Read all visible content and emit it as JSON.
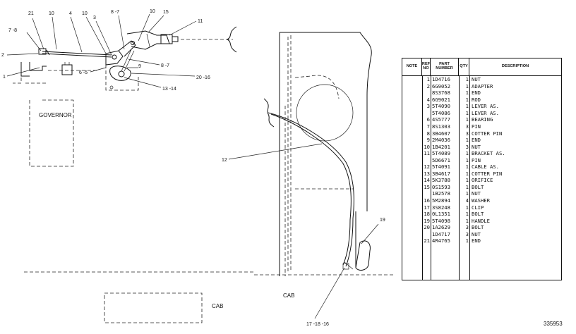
{
  "title": "",
  "drawing_number": "335953",
  "labels": {
    "l21": "21",
    "l10a": "10",
    "l4": "4",
    "l10b": "10",
    "l3": "3",
    "l87a": "8 -7",
    "l10c": "10",
    "l15": "15",
    "l11": "11",
    "l78": "7 -8",
    "l2": "2",
    "l1": "1",
    "l65": "6 -5",
    "l9": "9",
    "l87b": "8 -7",
    "l2016": "20 -16",
    "l1314": "13 -14",
    "l12": "12",
    "l19": "19",
    "l171816": "17 -18 -16",
    "governor": "GOVERNOR",
    "cab_left": "CAB",
    "cab_right": "CAB"
  },
  "table": {
    "headers": {
      "note": "NOTE",
      "ref": "REF NO",
      "part": "PART NUMBER",
      "qty": "QTY",
      "desc": "DESCRIPTION"
    },
    "rows": [
      {
        "ref": "1",
        "part": "1D4716",
        "qty": "1",
        "desc": "NUT"
      },
      {
        "ref": "2",
        "part": "6G9052",
        "qty": "1",
        "desc": "ADAPTER"
      },
      {
        "ref": "",
        "part": "8S3768",
        "qty": "1",
        "desc": "END"
      },
      {
        "ref": "4",
        "part": "6G9021",
        "qty": "1",
        "desc": "ROD"
      },
      {
        "ref": "3",
        "part": "5T4090",
        "qty": "1",
        "desc": "LEVER AS."
      },
      {
        "ref": "",
        "part": "5T4086",
        "qty": "1",
        "desc": "  LEVER AS."
      },
      {
        "ref": "6",
        "part": "4S5777",
        "qty": "1",
        "desc": "  BEARING"
      },
      {
        "ref": "7",
        "part": "8S1303",
        "qty": "3",
        "desc": "PIN"
      },
      {
        "ref": "8",
        "part": "3B4607",
        "qty": "3",
        "desc": "COTTER PIN"
      },
      {
        "ref": "9",
        "part": "2M4036",
        "qty": "1",
        "desc": "END"
      },
      {
        "ref": "10",
        "part": "1B4201",
        "qty": "3",
        "desc": "NUT"
      },
      {
        "ref": "11",
        "part": "5T4089",
        "qty": "1",
        "desc": "BRACKET AS."
      },
      {
        "ref": "",
        "part": "5D6671",
        "qty": "1",
        "desc": "  PIN"
      },
      {
        "ref": "12",
        "part": "5T4091",
        "qty": "1",
        "desc": "CABLE AS."
      },
      {
        "ref": "13",
        "part": "3B4617",
        "qty": "1",
        "desc": "COTTER PIN"
      },
      {
        "ref": "14",
        "part": "5K3788",
        "qty": "1",
        "desc": "ORIFICE"
      },
      {
        "ref": "15",
        "part": "0S1593",
        "qty": "1",
        "desc": "BOLT"
      },
      {
        "ref": "",
        "part": "1B2578",
        "qty": "1",
        "desc": "NUT"
      },
      {
        "ref": "16",
        "part": "5M2894",
        "qty": "4",
        "desc": "WASHER"
      },
      {
        "ref": "17",
        "part": "3S8248",
        "qty": "1",
        "desc": "CLIP"
      },
      {
        "ref": "18",
        "part": "0L1351",
        "qty": "1",
        "desc": "BOLT"
      },
      {
        "ref": "19",
        "part": "5T4098",
        "qty": "1",
        "desc": "HANDLE"
      },
      {
        "ref": "20",
        "part": "1A2629",
        "qty": "3",
        "desc": "BOLT"
      },
      {
        "ref": "",
        "part": "1D4717",
        "qty": "3",
        "desc": "NUT"
      },
      {
        "ref": "21",
        "part": "4R4765",
        "qty": "1",
        "desc": "END"
      }
    ]
  }
}
